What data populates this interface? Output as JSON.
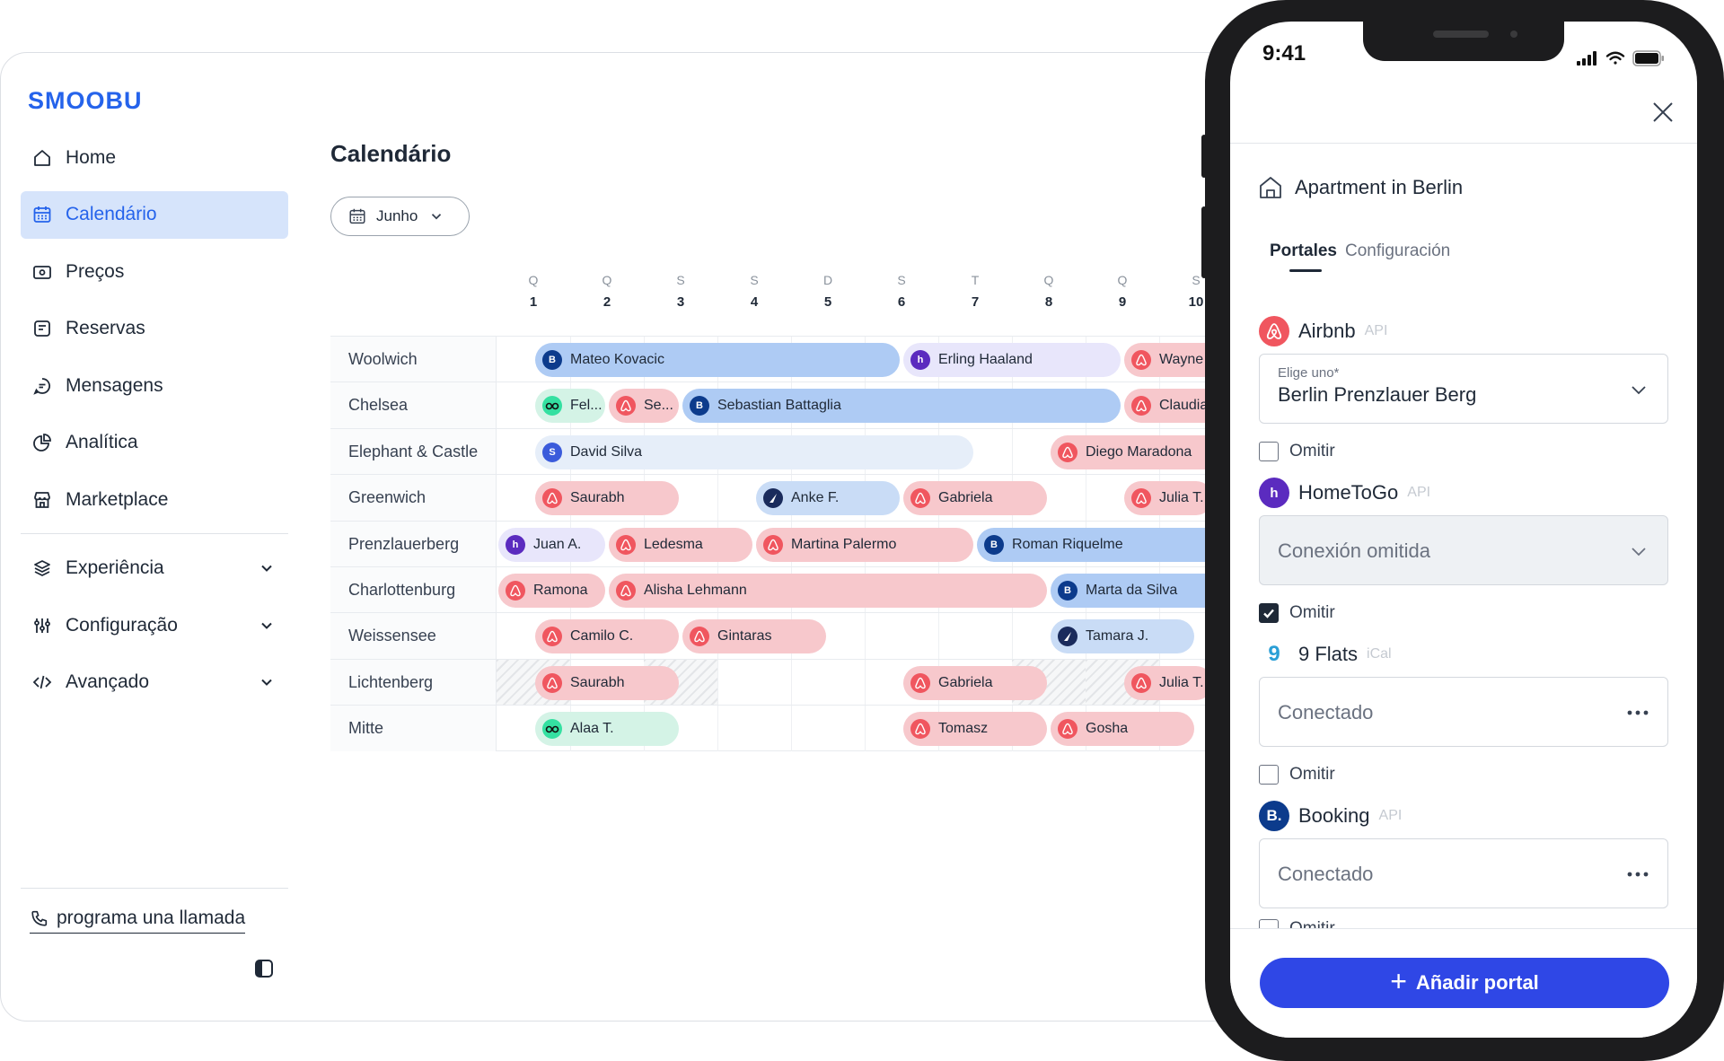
{
  "app": {
    "logo": "SMOOBU"
  },
  "sidebar": {
    "items": [
      {
        "label": "Home",
        "icon": "home-icon"
      },
      {
        "label": "Calendário",
        "icon": "calendar-icon",
        "active": true
      },
      {
        "label": "Preços",
        "icon": "price-icon"
      },
      {
        "label": "Reservas",
        "icon": "reservations-icon"
      },
      {
        "label": "Mensagens",
        "icon": "message-icon"
      },
      {
        "label": "Analítica",
        "icon": "analytics-icon"
      },
      {
        "label": "Marketplace",
        "icon": "marketplace-icon"
      }
    ],
    "groups": [
      {
        "label": "Experiência",
        "icon": "layers-icon"
      },
      {
        "label": "Configuração",
        "icon": "sliders-icon"
      },
      {
        "label": "Avançado",
        "icon": "code-icon"
      }
    ],
    "call_label": "programa una llamada"
  },
  "main": {
    "title": "Calendário",
    "month": "Junho",
    "days": [
      {
        "letter": "Q",
        "num": "1"
      },
      {
        "letter": "Q",
        "num": "2"
      },
      {
        "letter": "S",
        "num": "3"
      },
      {
        "letter": "S",
        "num": "4"
      },
      {
        "letter": "D",
        "num": "5"
      },
      {
        "letter": "S",
        "num": "6"
      },
      {
        "letter": "T",
        "num": "7"
      },
      {
        "letter": "Q",
        "num": "8"
      },
      {
        "letter": "Q",
        "num": "9"
      },
      {
        "letter": "S",
        "num": "10"
      }
    ],
    "rows": [
      {
        "property": "Woolwich",
        "bookings": [
          {
            "guest": "Mateo Kovacic",
            "portal": "booking",
            "start": 0.5,
            "end": 5.5,
            "color": "blue"
          },
          {
            "guest": "Erling Haaland",
            "portal": "hometogo",
            "start": 5.5,
            "end": 8.5,
            "color": "lav"
          },
          {
            "guest": "Wayne",
            "portal": "airbnb",
            "start": 8.5,
            "end": 10.2,
            "color": "pink"
          }
        ]
      },
      {
        "property": "Chelsea",
        "bookings": [
          {
            "guest": "Fel...",
            "portal": "tripadvisor",
            "start": 0.5,
            "end": 1.5,
            "color": "mint"
          },
          {
            "guest": "Se...",
            "portal": "airbnb",
            "start": 1.5,
            "end": 2.5,
            "color": "pink"
          },
          {
            "guest": "Sebastian Battaglia",
            "portal": "booking",
            "start": 2.5,
            "end": 8.5,
            "color": "blue"
          },
          {
            "guest": "Claudia",
            "portal": "airbnb",
            "start": 8.5,
            "end": 10.2,
            "color": "pink"
          }
        ]
      },
      {
        "property": "Elephant & Castle",
        "bookings": [
          {
            "guest": "David Silva",
            "portal": "smoobu",
            "start": 0.5,
            "end": 6.5,
            "color": "light"
          },
          {
            "guest": "Diego Maradona",
            "portal": "airbnb",
            "start": 7.5,
            "end": 10.2,
            "color": "pink"
          }
        ]
      },
      {
        "property": "Greenwich",
        "bookings": [
          {
            "guest": "Saurabh",
            "portal": "airbnb",
            "start": 0.5,
            "end": 2.5,
            "color": "pink"
          },
          {
            "guest": "Anke F.",
            "portal": "expedia",
            "start": 3.5,
            "end": 5.5,
            "color": "pblue"
          },
          {
            "guest": "Gabriela",
            "portal": "airbnb",
            "start": 5.5,
            "end": 7.5,
            "color": "pink"
          },
          {
            "guest": "Julia T.",
            "portal": "airbnb",
            "start": 8.5,
            "end": 9.75,
            "color": "pink"
          }
        ]
      },
      {
        "property": "Prenzlauerberg",
        "bookings": [
          {
            "guest": "Juan A.",
            "portal": "hometogo",
            "start": 0,
            "end": 1.5,
            "color": "lav"
          },
          {
            "guest": "Ledesma",
            "portal": "airbnb",
            "start": 1.5,
            "end": 3.5,
            "color": "pink"
          },
          {
            "guest": "Martina Palermo",
            "portal": "airbnb",
            "start": 3.5,
            "end": 6.5,
            "color": "pink"
          },
          {
            "guest": "Roman Riquelme",
            "portal": "booking",
            "start": 6.5,
            "end": 10.2,
            "color": "blue"
          }
        ]
      },
      {
        "property": "Charlottenburg",
        "bookings": [
          {
            "guest": "Ramona",
            "portal": "airbnb",
            "start": 0,
            "end": 1.5,
            "color": "pink"
          },
          {
            "guest": "Alisha Lehmann",
            "portal": "airbnb",
            "start": 1.5,
            "end": 7.5,
            "color": "pink"
          },
          {
            "guest": "Marta da Silva",
            "portal": "booking",
            "start": 7.5,
            "end": 10.2,
            "color": "blue"
          }
        ]
      },
      {
        "property": "Weissensee",
        "bookings": [
          {
            "guest": "Camilo C.",
            "portal": "airbnb",
            "start": 0.5,
            "end": 2.5,
            "color": "pink"
          },
          {
            "guest": "Gintaras",
            "portal": "airbnb",
            "start": 2.5,
            "end": 4.5,
            "color": "pink"
          },
          {
            "guest": "Tamara J.",
            "portal": "expedia",
            "start": 7.5,
            "end": 9.5,
            "color": "pblue"
          }
        ]
      },
      {
        "property": "Lichtenberg",
        "blocked": [
          0,
          2,
          7,
          8
        ],
        "bookings": [
          {
            "guest": "Saurabh",
            "portal": "airbnb",
            "start": 0.5,
            "end": 2.5,
            "color": "pink"
          },
          {
            "guest": "Gabriela",
            "portal": "airbnb",
            "start": 5.5,
            "end": 7.5,
            "color": "pink"
          },
          {
            "guest": "Julia T.",
            "portal": "airbnb",
            "start": 8.5,
            "end": 9.75,
            "color": "pink"
          }
        ]
      },
      {
        "property": "Mitte",
        "bookings": [
          {
            "guest": "Alaa T.",
            "portal": "tripadvisor",
            "start": 0.5,
            "end": 2.5,
            "color": "mint"
          },
          {
            "guest": "Tomasz",
            "portal": "airbnb",
            "start": 5.5,
            "end": 7.5,
            "color": "pink"
          },
          {
            "guest": "Gosha",
            "portal": "airbnb",
            "start": 7.5,
            "end": 9.5,
            "color": "pink"
          }
        ]
      }
    ]
  },
  "phone": {
    "time": "9:41",
    "apartment": "Apartment in Berlin",
    "tabs": {
      "portales": "Portales",
      "config": "Configuración"
    },
    "airbnb": {
      "name": "Airbnb",
      "type": "API",
      "select_label": "Elige uno*",
      "select_value": "Berlin Prenzlauer Berg",
      "omit": "Omitir"
    },
    "hometogo": {
      "name": "HomeToGo",
      "type": "API",
      "select_value": "Conexión omitida",
      "omit": "Omitir"
    },
    "nineflats": {
      "name": "9 Flats",
      "type": "iCal",
      "status": "Conectado",
      "omit": "Omitir",
      "badge": "9"
    },
    "booking": {
      "name": "Booking",
      "type": "API",
      "status": "Conectado",
      "omit": "Omitir",
      "badge": "B."
    },
    "add_button": "Añadir portal"
  },
  "colors": {
    "accent": "#2563eb",
    "airbnb": "#f0565f",
    "booking": "#0c3b8c",
    "hometogo": "#5b2bbf",
    "tripadvisor": "#34e0a1",
    "expedia": "#1a2b5c",
    "smoobu": "#3b5bdb",
    "add_button": "#2f47e6"
  }
}
